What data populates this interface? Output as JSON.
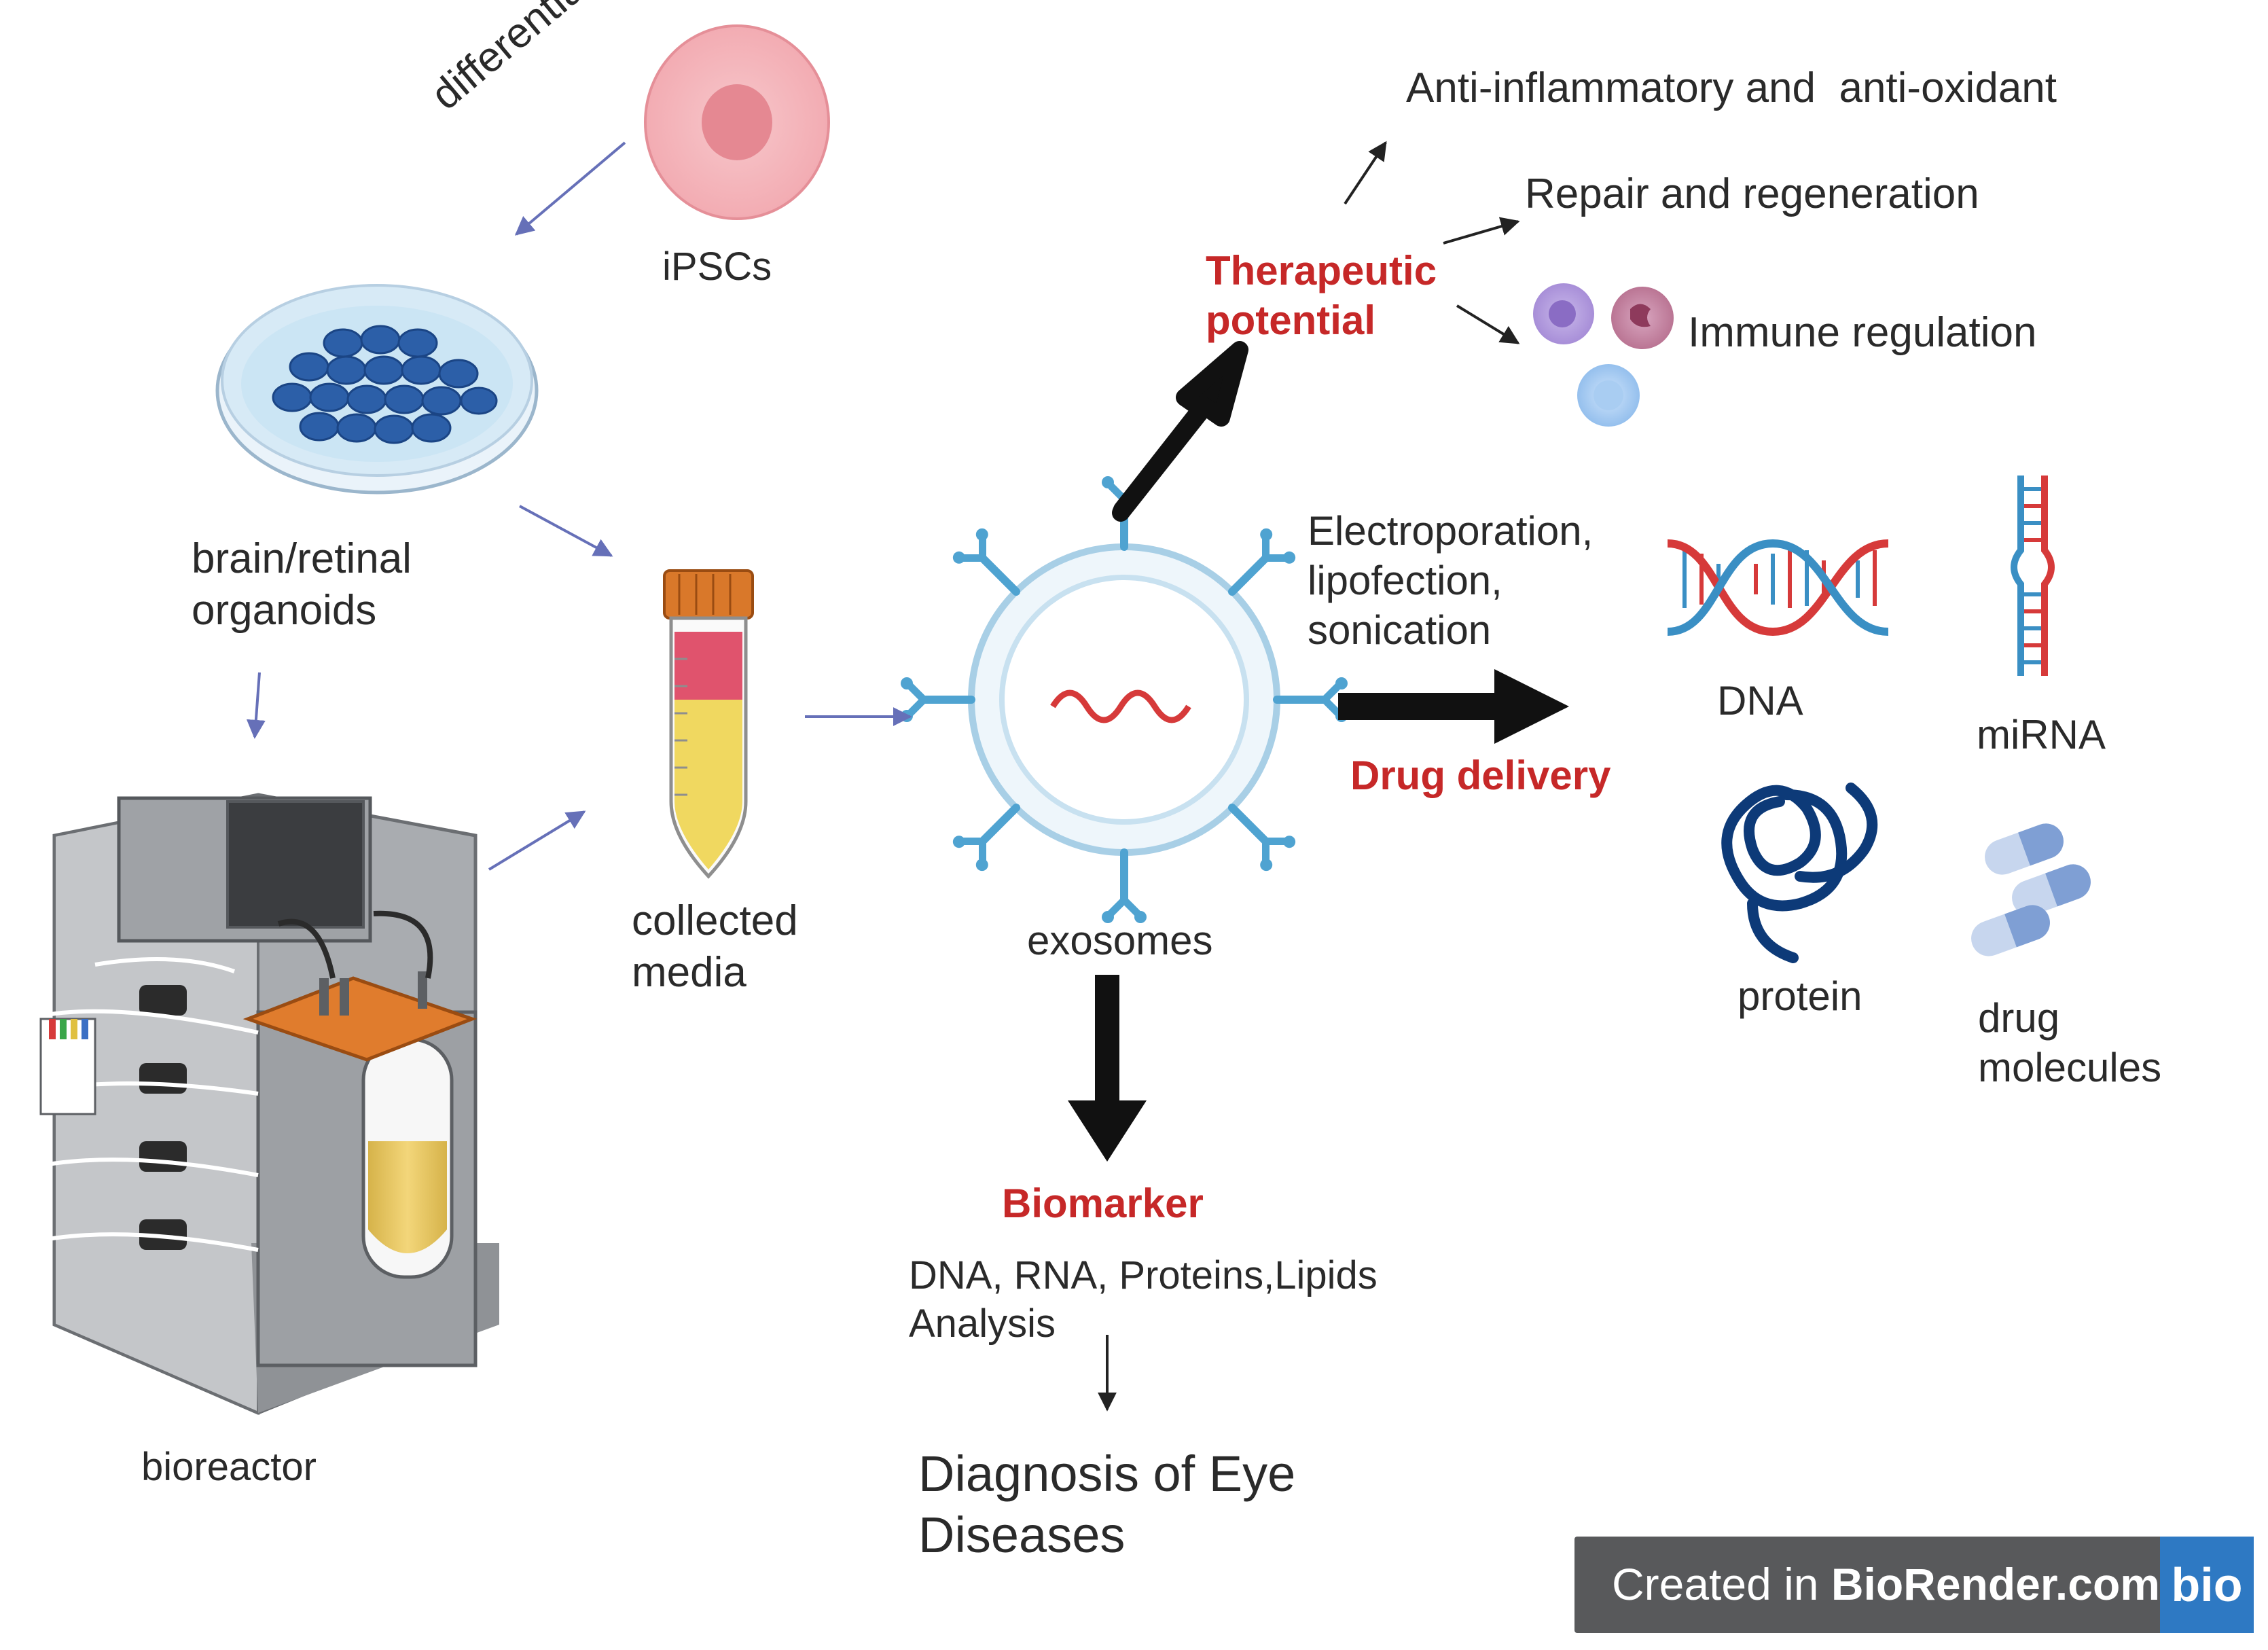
{
  "labels": {
    "differentiation": "differentiation",
    "ipscs": "iPSCs",
    "organoids_line1": "brain/retinal",
    "organoids_line2": "organoids",
    "bioreactor": "bioreactor",
    "collected_line1": "collected",
    "collected_line2": "media",
    "exosomes": "exosomes",
    "therapeutic_line1": "Therapeutic",
    "therapeutic_line2": "potential",
    "anti_inflammatory": "Anti-inflammatory and  anti-oxidant",
    "repair": "Repair and regeneration",
    "immune": "Immune regulation",
    "methods_line1": "Electroporation,",
    "methods_line2": "lipofection,",
    "methods_line3": "sonication",
    "drug_delivery": "Drug delivery",
    "dna": "DNA",
    "mirna": "miRNA",
    "protein": "protein",
    "drug_line1": "drug",
    "drug_line2": "molecules",
    "biomarker": "Biomarker",
    "analysis_line1": "DNA, RNA, Proteins,Lipids",
    "analysis_line2": "Analysis",
    "diagnosis_line1": "Diagnosis of Eye",
    "diagnosis_line2": "Diseases"
  },
  "badge": {
    "prefix": "Created in ",
    "brand": "BioRender.com",
    "logo": "bio"
  },
  "colors": {
    "accent_red": "#c62828",
    "flow_arrow": "#6670b8",
    "bold_arrow": "#111111",
    "exosome_blue": "#4fa3d1",
    "dna_red": "#d63a3a",
    "dna_blue": "#3a8fc4",
    "protein_navy": "#0d3a78",
    "cell_pink": "#f4b8bd",
    "media_red": "#e0536d",
    "media_yellow": "#f0d860",
    "cap_orange": "#d9782a",
    "badge_bg": "#58595b",
    "badge_logo": "#2e79c3"
  },
  "icons": [
    "ipsc-cell-icon",
    "petri-dish-icon",
    "bioreactor-icon",
    "collection-tube-icon",
    "exosome-icon",
    "immune-cells-icon",
    "dna-helix-icon",
    "mirna-hairpin-icon",
    "protein-coil-icon",
    "drug-capsules-icon"
  ]
}
